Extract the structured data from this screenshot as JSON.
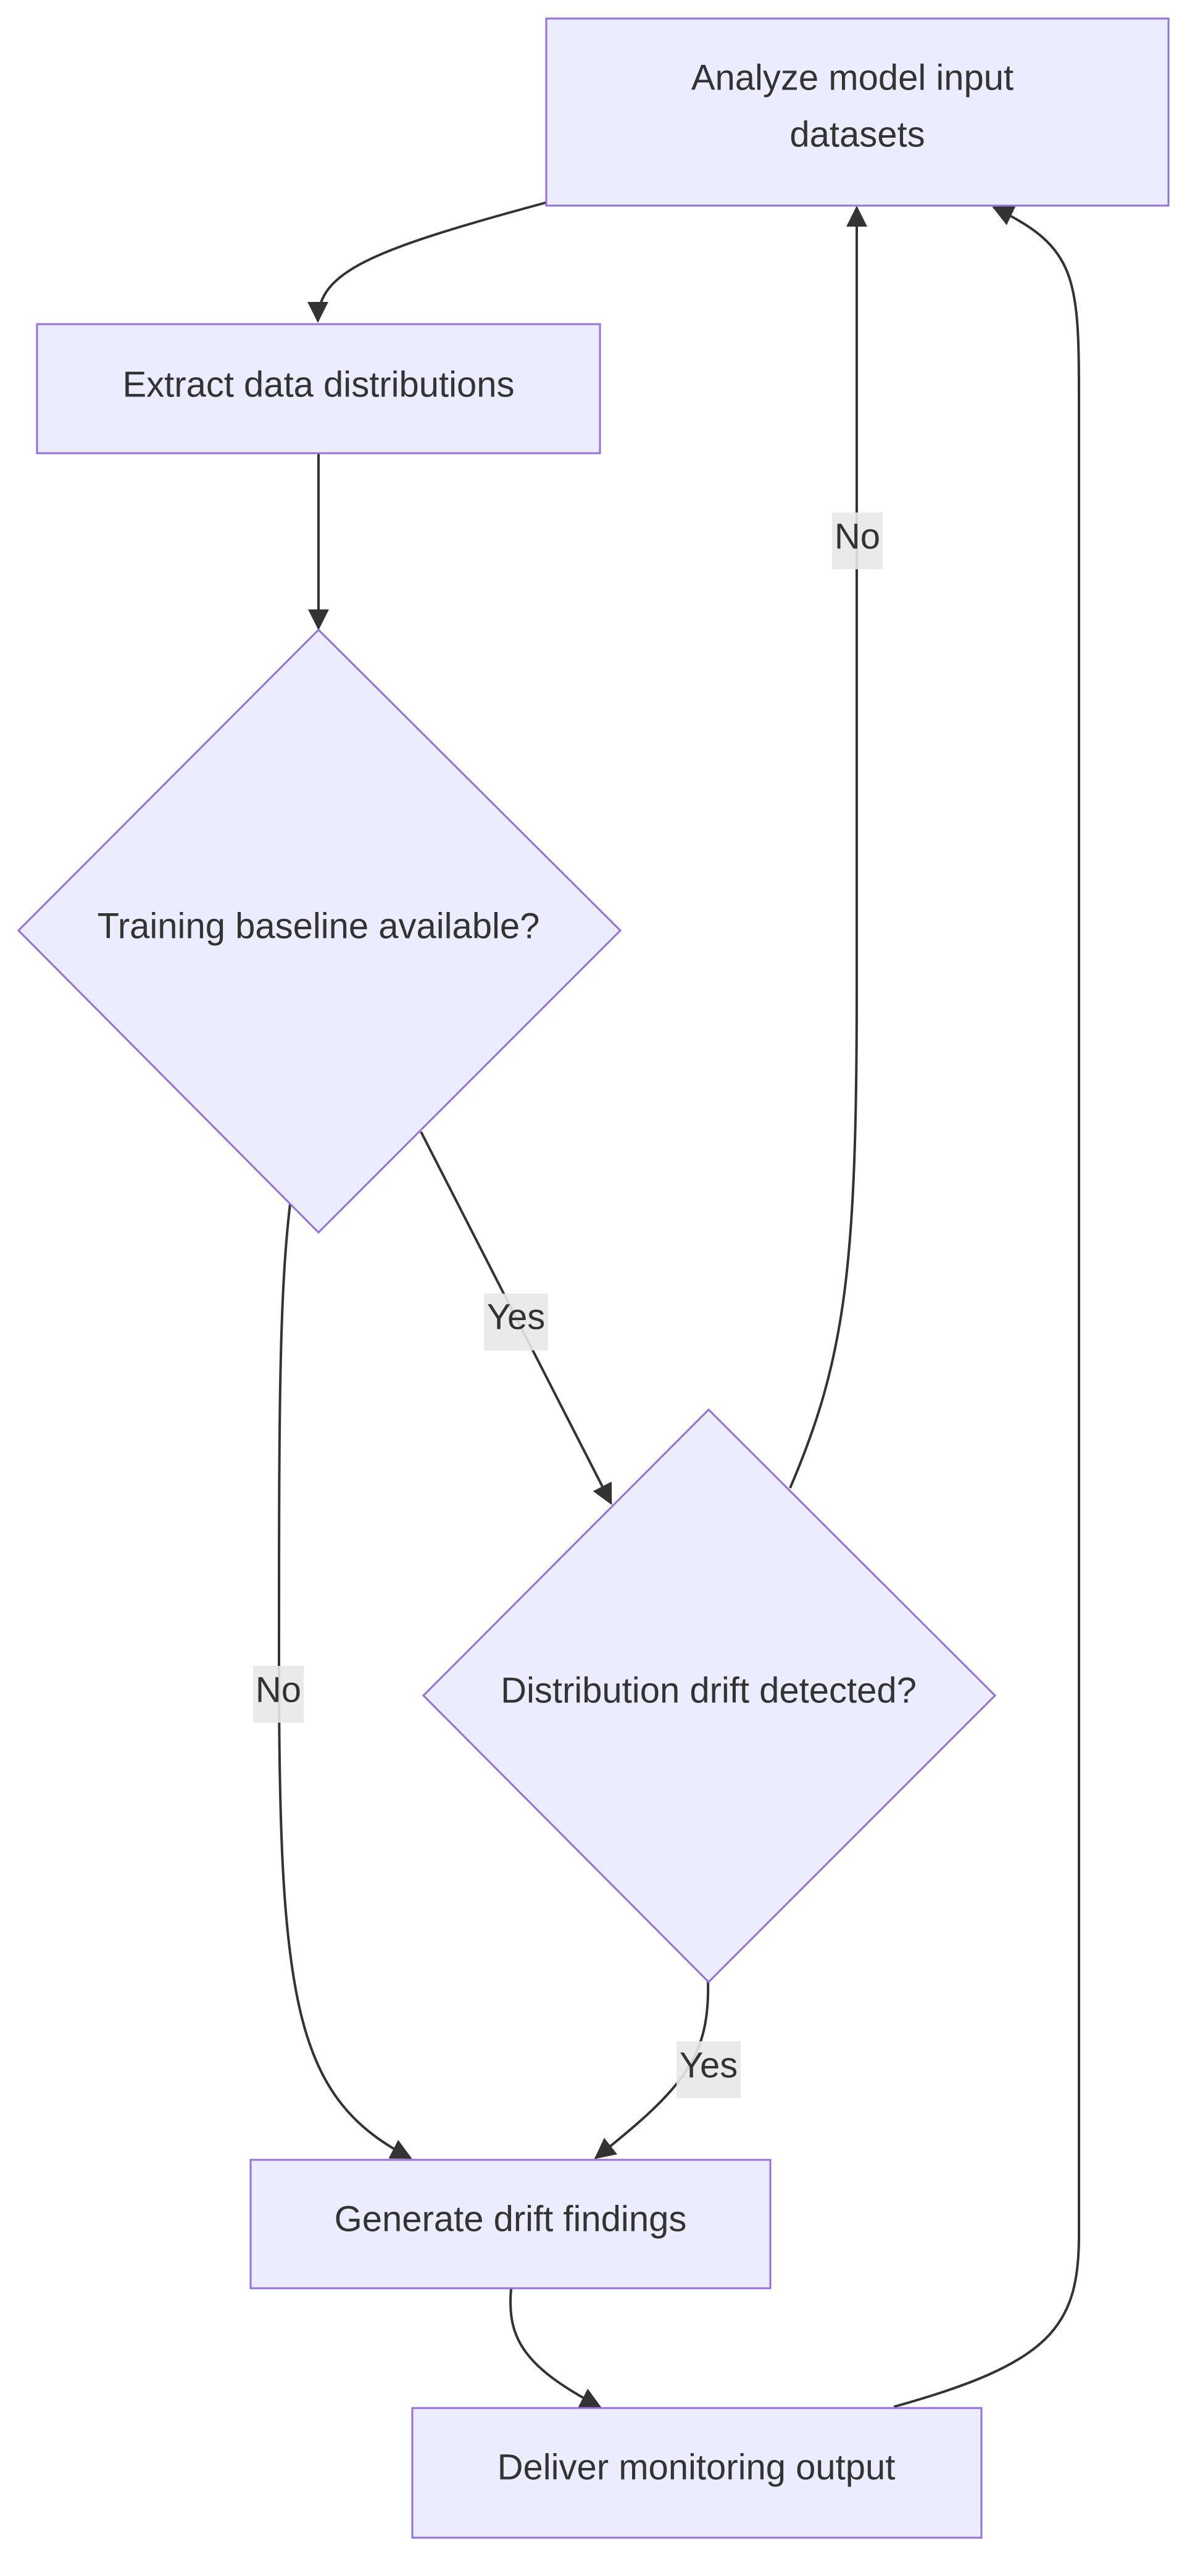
{
  "diagram": {
    "nodes": {
      "analyze": {
        "line1": "Analyze model input",
        "line2": "datasets"
      },
      "extract": {
        "label": "Extract data distributions"
      },
      "baseline": {
        "label": "Training baseline available?"
      },
      "drift": {
        "label": "Distribution drift detected?"
      },
      "findings": {
        "label": "Generate drift findings"
      },
      "deliver": {
        "label": "Deliver monitoring output"
      }
    },
    "edges": {
      "baseline_yes": "Yes",
      "baseline_no": "No",
      "drift_yes": "Yes",
      "drift_no": "No"
    },
    "colors": {
      "node_fill": "#ececff",
      "node_stroke": "#9370db",
      "edge": "#333333",
      "label_bg": "#e8e8e8",
      "text": "#333333"
    }
  }
}
